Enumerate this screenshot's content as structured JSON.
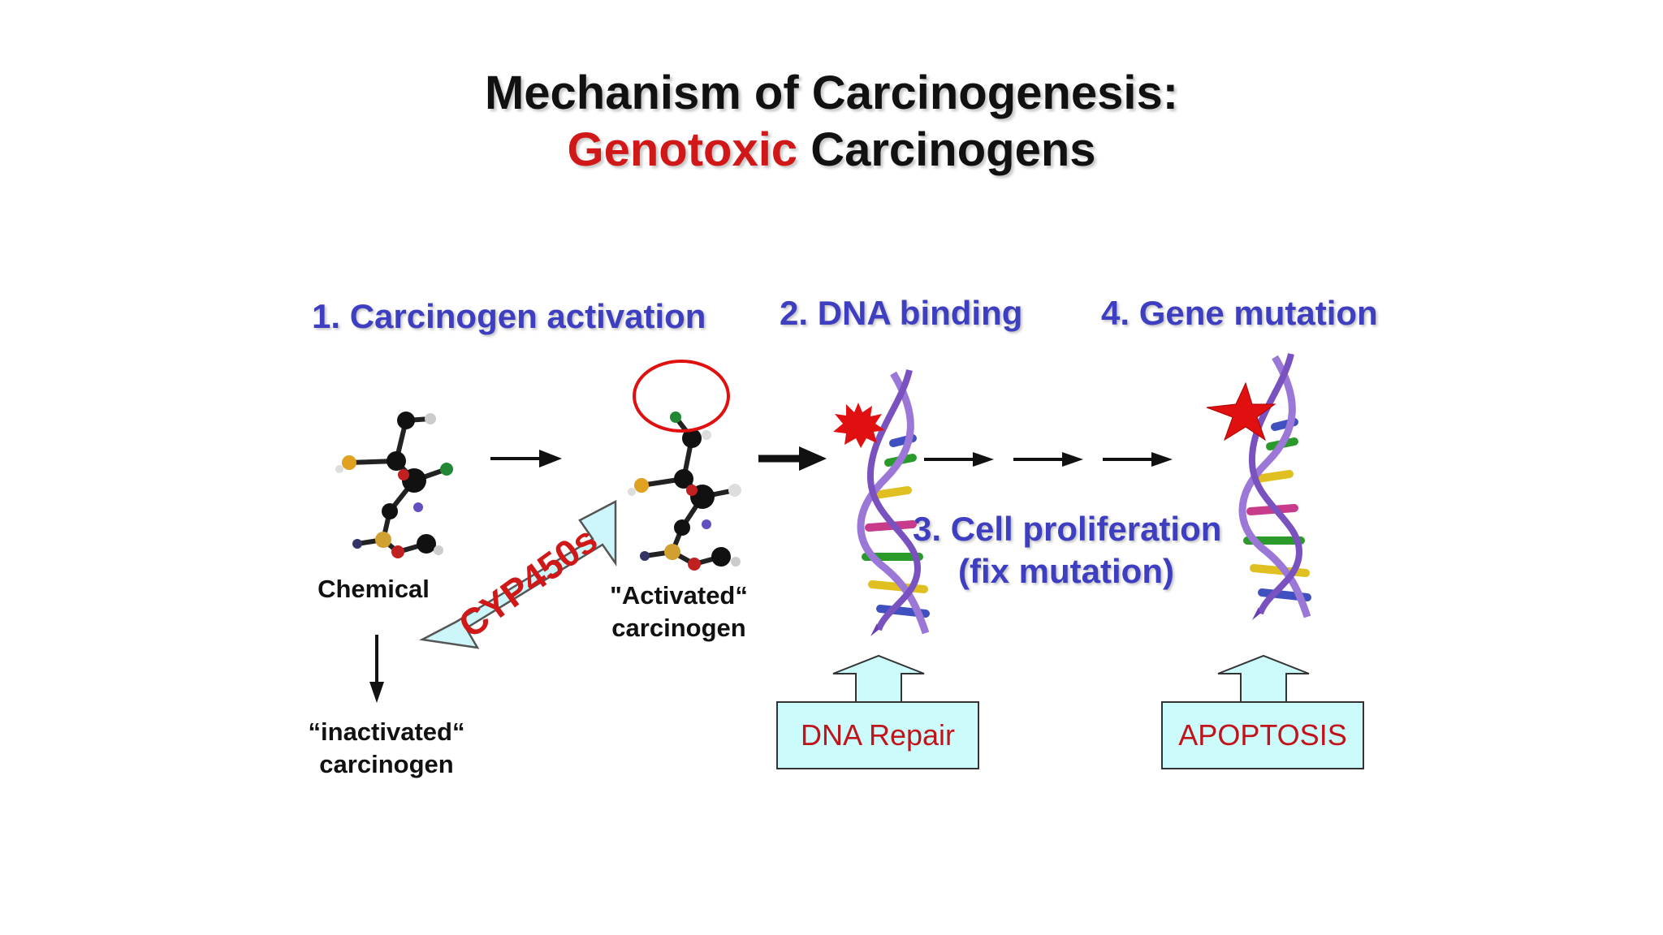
{
  "title": {
    "line1": "Mechanism of Carcinogenesis:",
    "line2_highlight": "Genotoxic",
    "line2_rest": " Carcinogens",
    "highlight_color": "#d01818"
  },
  "steps": {
    "step1": "1. Carcinogen activation",
    "step2": "2. DNA binding",
    "step3_line1": "3. Cell proliferation",
    "step3_line2": "(fix mutation)",
    "step4": "4. Gene mutation"
  },
  "labels": {
    "chemical": "Chemical",
    "activated_line1": "\"Activated“",
    "activated_line2": "carcinogen",
    "inactivated_line1": "“inactivated“",
    "inactivated_line2": "carcinogen",
    "cyp": "CYP450s"
  },
  "boxes": {
    "dna_repair": "DNA Repair",
    "apoptosis": "APOPTOSIS"
  },
  "colors": {
    "step_text": "#3d3fc0",
    "box_fill": "#ccfbfb",
    "box_text": "#c0141a",
    "dna_strand": "#a070d8",
    "damage_mark": "#e01010"
  },
  "icons": [
    "molecule-icon",
    "dna-helix-icon",
    "starburst-icon",
    "star-icon",
    "double-arrow-icon"
  ]
}
